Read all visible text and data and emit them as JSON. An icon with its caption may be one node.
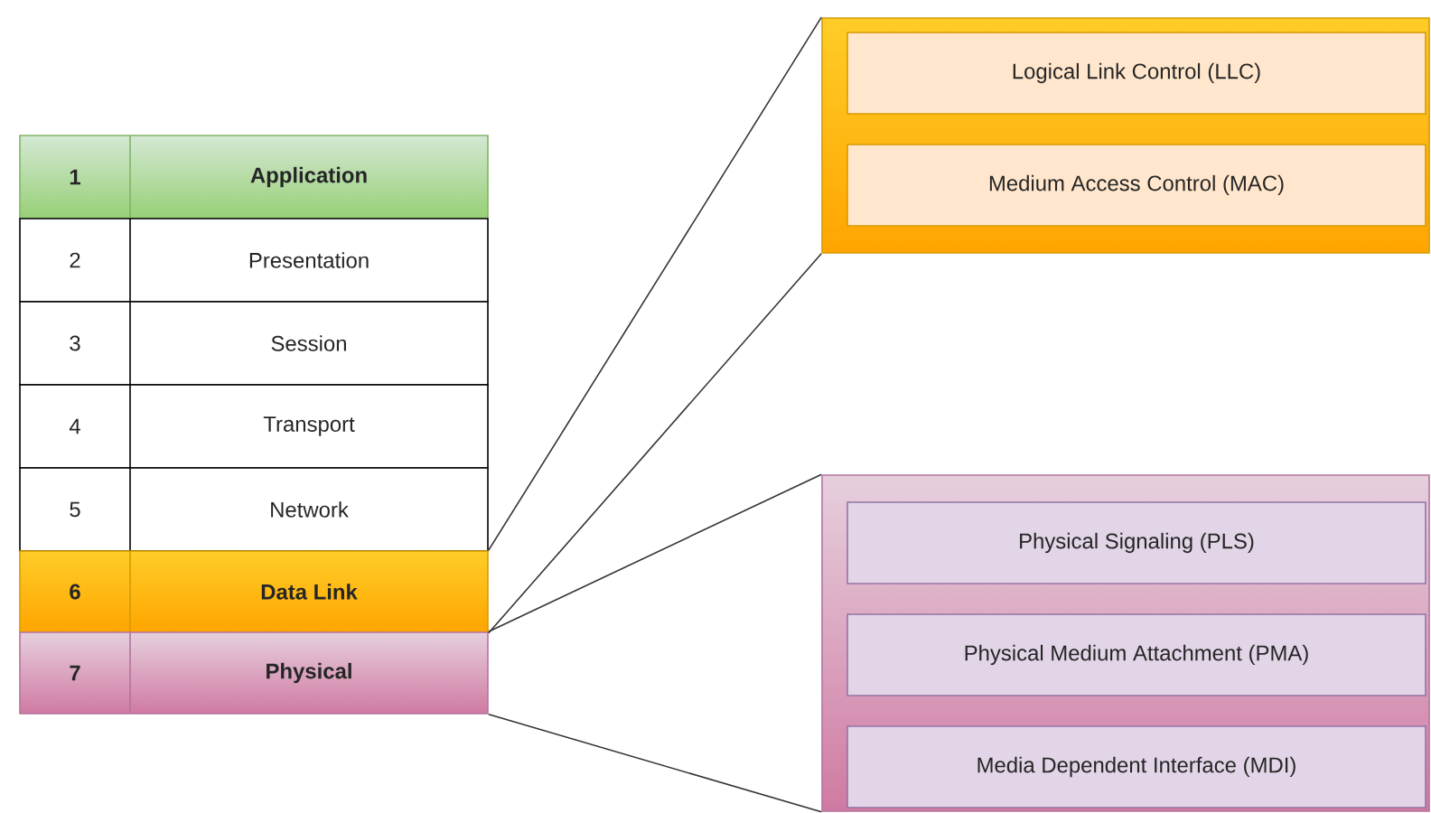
{
  "diagram": {
    "nodes": [
      {
        "text": [
          "1",
          "Application"
        ]
      },
      {
        "text": [
          "2",
          "Presentation"
        ]
      },
      {
        "text": [
          "3",
          "Session"
        ]
      },
      {
        "text": [
          "4",
          "Transport"
        ]
      },
      {
        "text": [
          "5",
          "Network"
        ]
      },
      {
        "text": [
          "6",
          "Data Link"
        ]
      },
      {
        "text": [
          "7",
          "Physical"
        ]
      },
      {
        "text": [],
        "shape": "box"
      },
      {
        "text": [
          "Logical Link Control (LLC)"
        ],
        "in": 7
      },
      {
        "text": [
          "Medium Access Control (MAC)"
        ],
        "in": 7
      },
      {
        "text": [],
        "shape": "box"
      },
      {
        "text": [
          "Physical Signaling (PLS)"
        ],
        "in": 10
      },
      {
        "text": [
          "Physical Medium Attachment (PMA)"
        ],
        "in": 10
      },
      {
        "text": [
          "Media Dependent Interface (MDI)"
        ],
        "in": 10
      }
    ],
    "edges": [
      {
        "from": 5,
        "to": 7,
        "arrow": "none"
      },
      {
        "from": 5,
        "to": 7,
        "arrow": "none"
      },
      {
        "from": 6,
        "to": 10,
        "arrow": "none"
      },
      {
        "from": 6,
        "to": 10,
        "arrow": "none"
      }
    ]
  }
}
